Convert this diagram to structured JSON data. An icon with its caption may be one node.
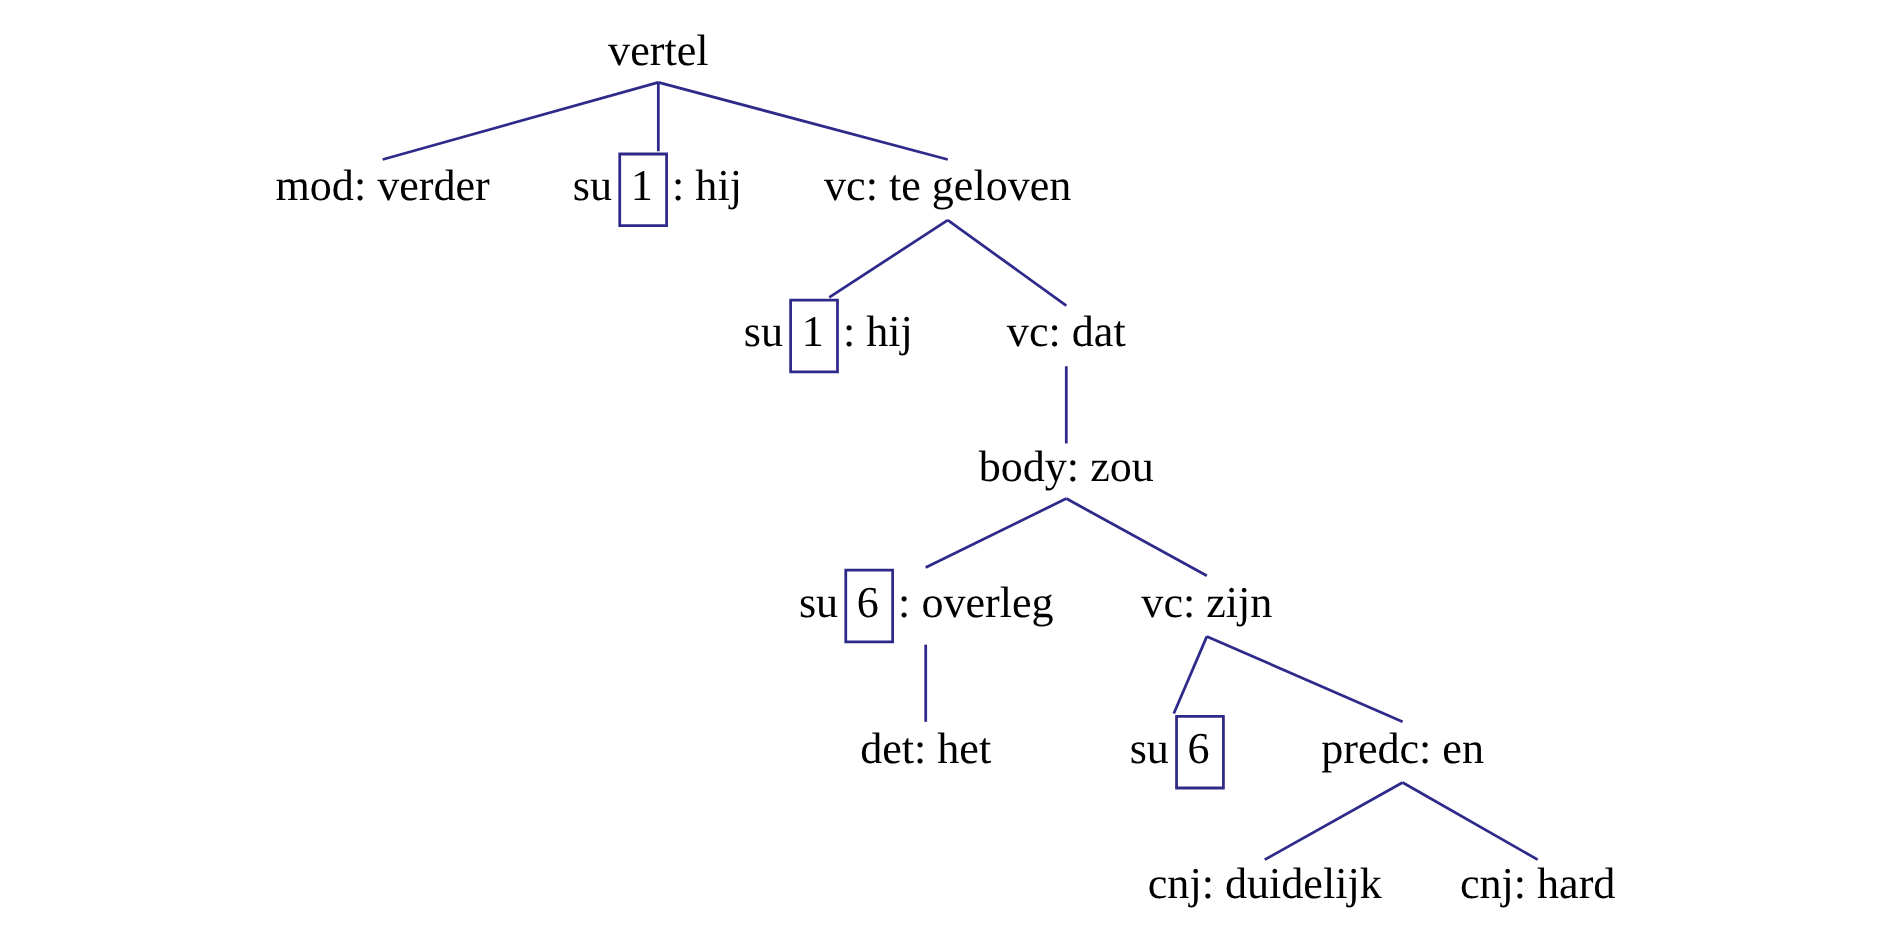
{
  "diagram": {
    "nodes": [
      {
        "text": [
          "vertel"
        ]
      },
      {
        "text": [
          "mod: verder"
        ]
      },
      {
        "text": [
          "su",
          "1",
          ": hij"
        ]
      },
      {
        "text": [
          "vc: te geloven"
        ]
      },
      {
        "text": [
          "su",
          "1",
          ": hij"
        ]
      },
      {
        "text": [
          "vc: dat"
        ]
      },
      {
        "text": [
          "body: zou"
        ]
      },
      {
        "text": [
          "su",
          "6",
          ": overleg"
        ]
      },
      {
        "text": [
          "vc: zijn"
        ]
      },
      {
        "text": [
          "det: het"
        ]
      },
      {
        "text": [
          "su",
          "6"
        ]
      },
      {
        "text": [
          "predc: en"
        ]
      },
      {
        "text": [
          "cnj: duidelijk"
        ]
      },
      {
        "text": [
          "cnj: hard"
        ]
      }
    ],
    "edges": [
      {
        "from": 0,
        "to": 1,
        "arrow": "none"
      },
      {
        "from": 0,
        "to": 2,
        "arrow": "none"
      },
      {
        "from": 0,
        "to": 3,
        "arrow": "none"
      },
      {
        "from": 3,
        "to": 4,
        "arrow": "none"
      },
      {
        "from": 3,
        "to": 5,
        "arrow": "none"
      },
      {
        "from": 5,
        "to": 6,
        "arrow": "none"
      },
      {
        "from": 6,
        "to": 7,
        "arrow": "none"
      },
      {
        "from": 6,
        "to": 8,
        "arrow": "none"
      },
      {
        "from": 7,
        "to": 9,
        "arrow": "none"
      },
      {
        "from": 8,
        "to": 10,
        "arrow": "none"
      },
      {
        "from": 8,
        "to": 11,
        "arrow": "none"
      },
      {
        "from": 11,
        "to": 12,
        "arrow": "none"
      },
      {
        "from": 11,
        "to": 13,
        "arrow": "none"
      }
    ]
  }
}
